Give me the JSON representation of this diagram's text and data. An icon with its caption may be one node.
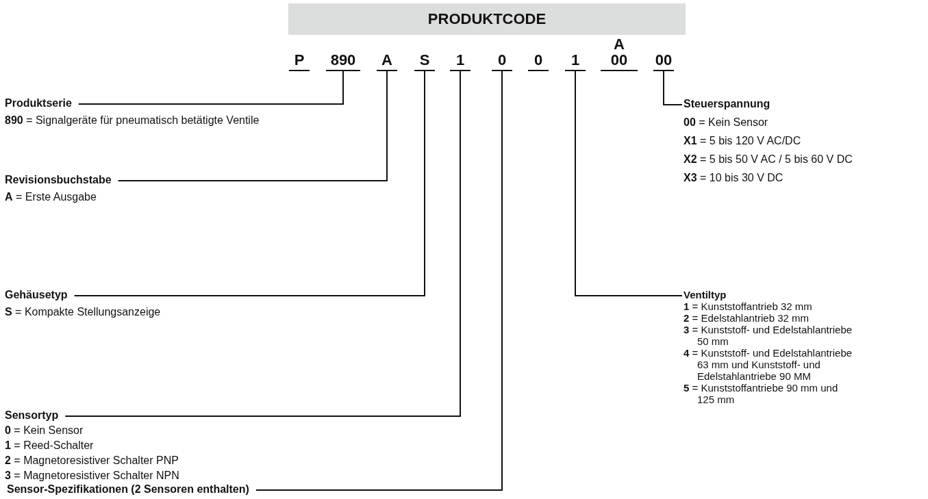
{
  "diagram": {
    "nodes": [
      {
        "text": [
          "PRODUKTCODE"
        ]
      },
      {
        "text": [
          "P"
        ]
      },
      {
        "text": [
          "890"
        ]
      },
      {
        "text": [
          "A"
        ]
      },
      {
        "text": [
          "S"
        ]
      },
      {
        "text": [
          "1"
        ]
      },
      {
        "text": [
          "0"
        ]
      },
      {
        "text": [
          "0"
        ]
      },
      {
        "text": [
          "1"
        ]
      },
      {
        "text": [
          "A",
          "00"
        ]
      },
      {
        "text": [
          "00"
        ]
      },
      {
        "text": [
          "Produktserie",
          "**890** = Signalgeräte für pneumatisch betätigte Ventile"
        ]
      },
      {
        "text": [
          "Steuerspannung",
          "**00** = Kein Sensor",
          "**X1** = 5 bis 120 V AC/DC",
          "**X2** = 5 bis 50 V AC / 5 bis 60 V DC",
          "**X3** = 10 bis 30 V DC"
        ]
      },
      {
        "text": [
          "Revisionsbuchstabe",
          "**A** = Erste Ausgabe"
        ]
      },
      {
        "text": [
          "Gehäusetyp",
          "**S** = Kompakte Stellungsanzeige"
        ]
      },
      {
        "text": [
          "Ventiltyp",
          "**1** = Kunststoffantrieb 32 mm",
          "**2** = Edelstahlantrieb 32 mm",
          "**3** = Kunststoff- und Edelstahlantriebe 50 mm",
          "**4** = Kunststoff- und Edelstahlantriebe 63 mm und Kunststoff- und Edelstahlantriebe 90 MM",
          "**5** = Kunststoffantriebe 90 mm und 125 mm"
        ]
      },
      {
        "text": [
          "Sensortyp",
          "**0** = Kein Sensor",
          "**1** = Reed-Schalter",
          "**2** = Magnetoresistiver Schalter PNP",
          "**3** = Magnetoresistiver Schalter NPN"
        ]
      },
      {
        "text": [
          "Sensor-Spezifikationen (2 Sensoren enthalten)"
        ]
      }
    ],
    "edges": [
      {
        "from": 11,
        "to": 2,
        "arrow": "none"
      },
      {
        "from": 12,
        "to": 10,
        "arrow": "none"
      },
      {
        "from": 13,
        "to": 3,
        "arrow": "none"
      },
      {
        "from": 14,
        "to": 4,
        "arrow": "none"
      },
      {
        "from": 15,
        "to": 8,
        "arrow": "none"
      },
      {
        "from": 16,
        "to": 5,
        "arrow": "none"
      },
      {
        "from": 17,
        "to": 6,
        "arrow": "none"
      }
    ]
  }
}
